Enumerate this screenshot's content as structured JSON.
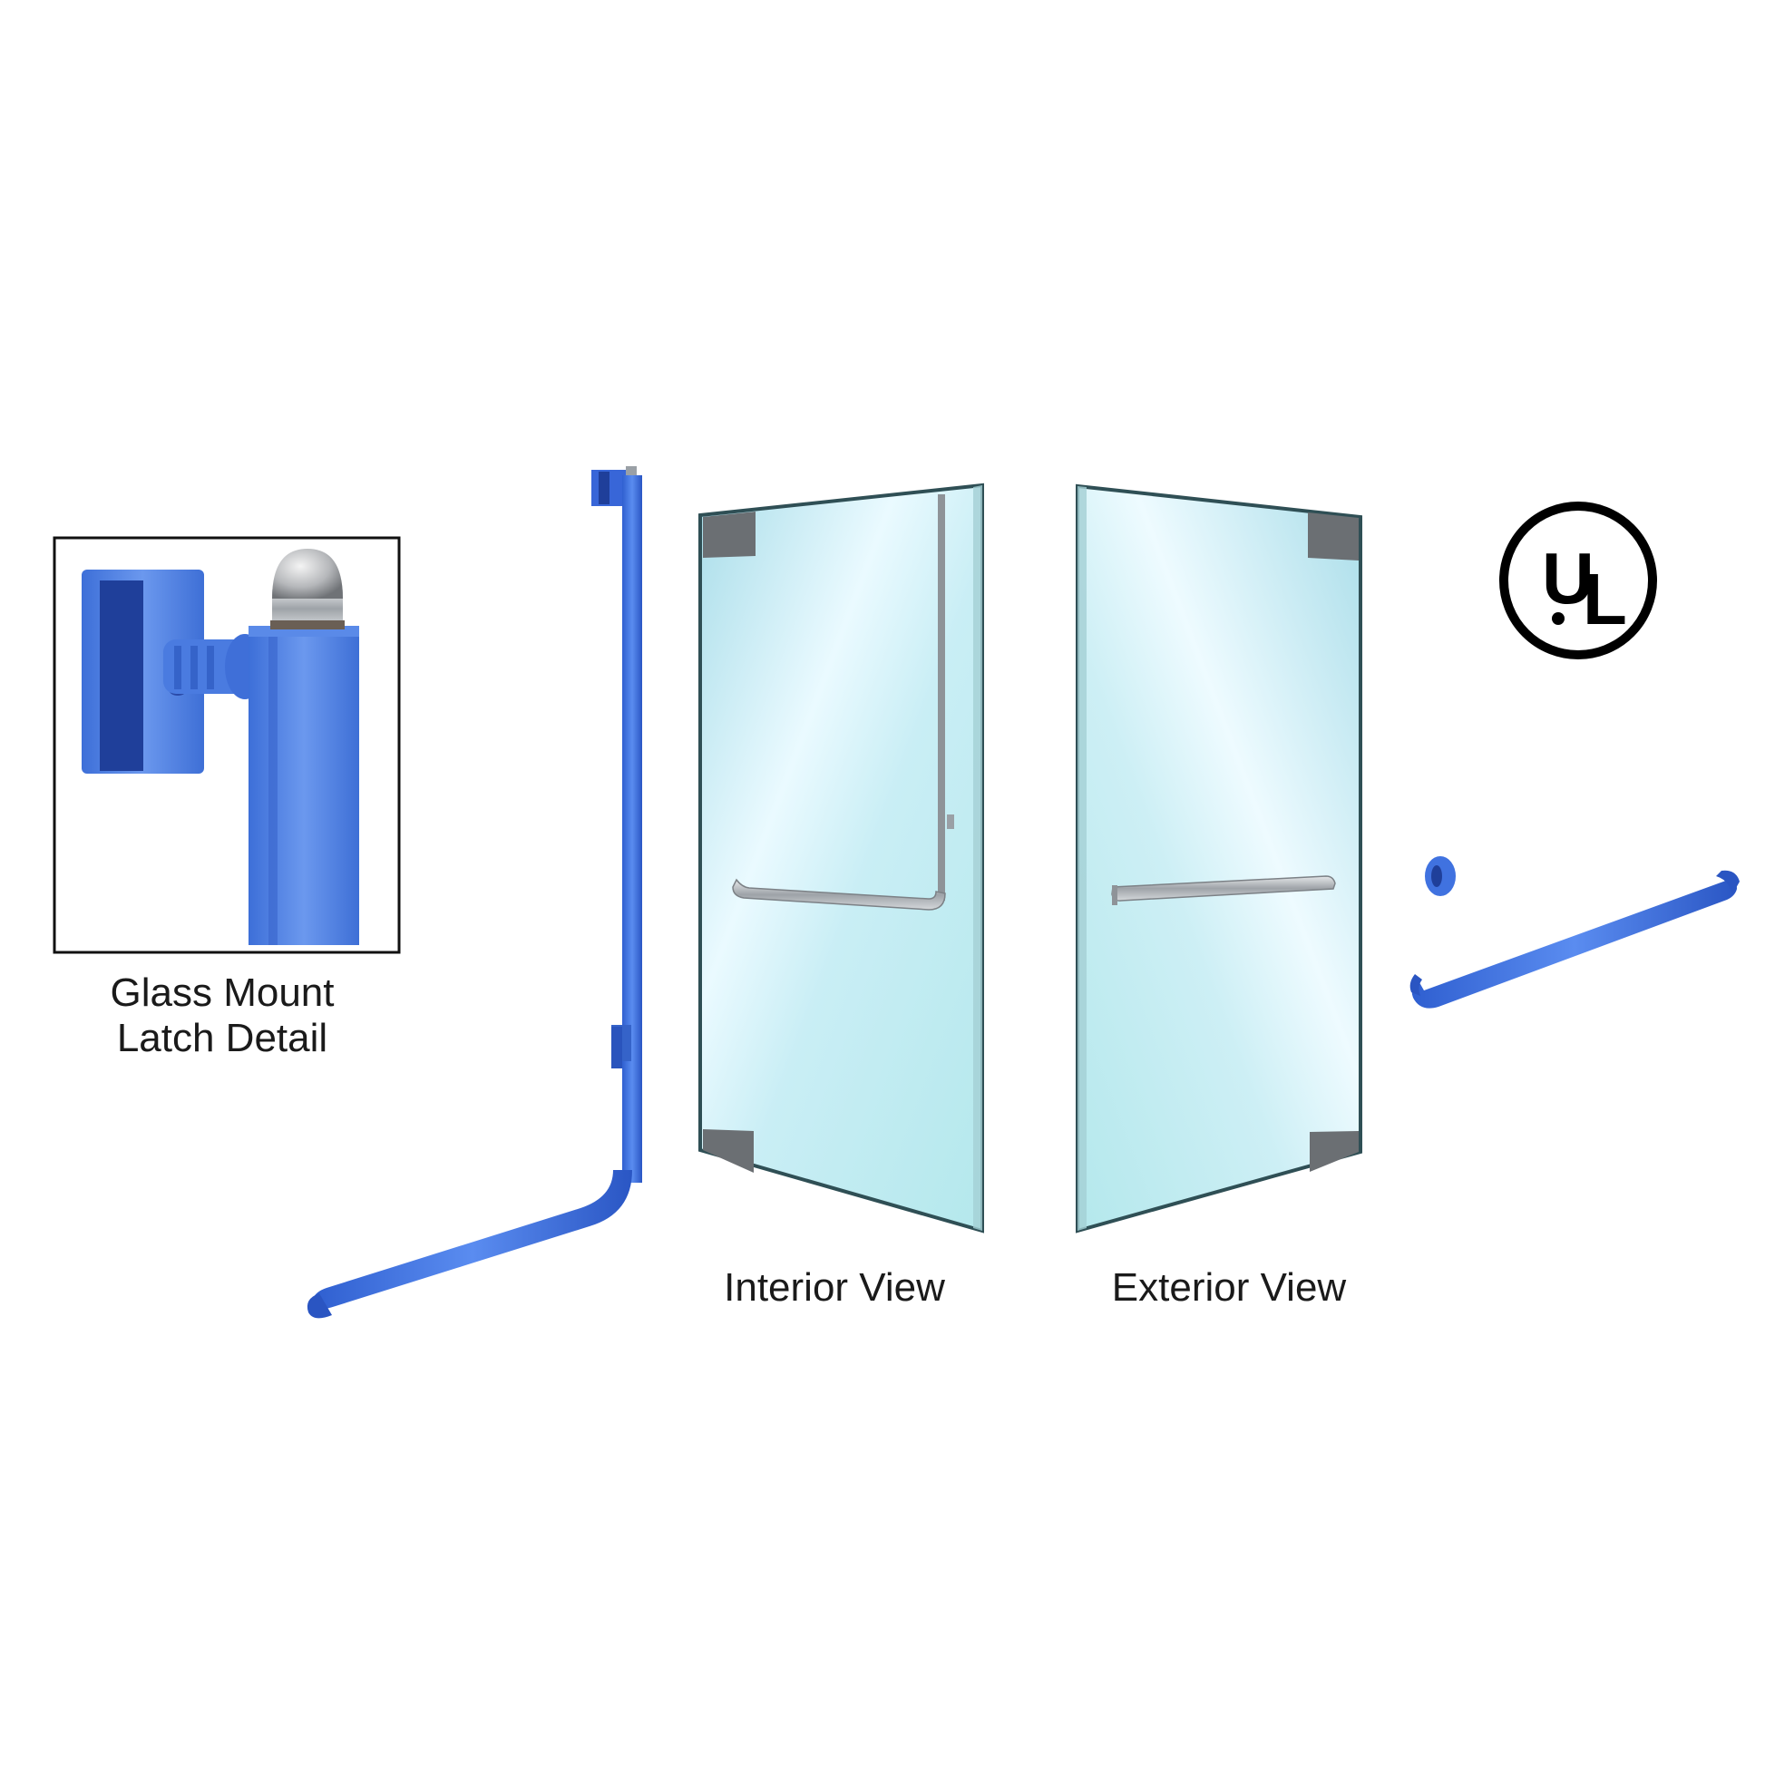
{
  "detail_caption": {
    "line1": "Glass Mount",
    "line2": "Latch Detail"
  },
  "interior_caption": "Interior View",
  "exterior_caption": "Exterior View",
  "certification_mark": {
    "letter_u": "U",
    "letter_l": "L",
    "icon": "ul-listed-mark-icon"
  },
  "colors": {
    "hardware_blue": "#3b6fe0",
    "glass_light": "#c6eef3",
    "glass_edge": "#2f4f55",
    "patch_fitting": "#6b6f73",
    "handle_chrome": "#b9bdc2"
  }
}
